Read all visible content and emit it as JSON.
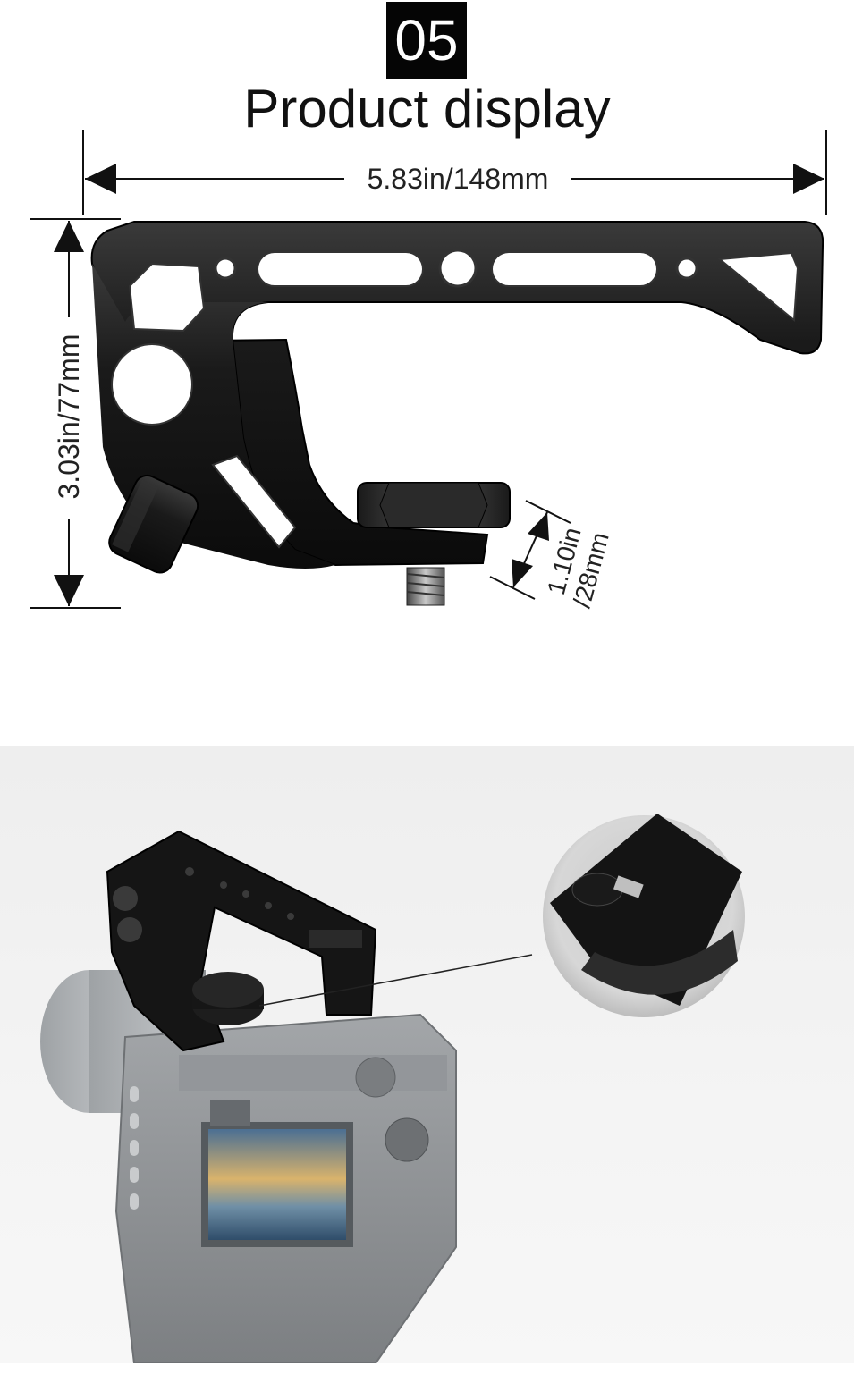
{
  "header": {
    "section_number": "05",
    "title": "Product display"
  },
  "dimensions": {
    "width_label": "5.83in/148mm",
    "height_label": "3.03in/77mm",
    "screw_label_line1": "1.10in",
    "screw_label_line2": "/28mm"
  },
  "colors": {
    "product_black": "#111111",
    "camera_gray": "#8a8d90",
    "panel_bg": "#f0f0f0"
  }
}
